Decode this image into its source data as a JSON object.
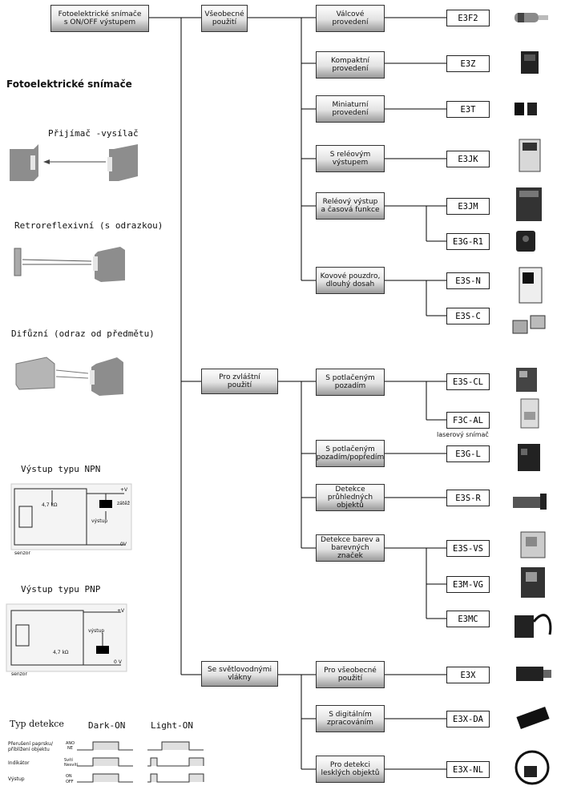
{
  "root": "Fotoelektrické snímače\ns ON/OFF výstupem",
  "legend": {
    "title": "Fotoelektrické snímače",
    "types": [
      "Přijímač -vysílač",
      "Retroreflexivní (s odrazkou)",
      "Difůzní (odraz od předmětu)"
    ],
    "npn_title": "Výstup typu NPN",
    "pnp_title": "Výstup typu PNP",
    "resistor": "4,7 kΩ",
    "load": "zátěž",
    "out": "výstup",
    "sensor": "senzor",
    "plus_v": "+V",
    "zero_v": "0V",
    "zero_v2": "0 V",
    "detect_title": "Typ detekce",
    "dark_on": "Dark-ON",
    "light_on": "Light-ON",
    "row_labels": [
      "Přerušení paprsku/ přiblížení objektu",
      "Indikátor",
      "Výstup"
    ],
    "row_states": [
      [
        "ANO",
        "NE"
      ],
      [
        "Svítí",
        "Nesvítí"
      ],
      [
        "ON",
        "OFF"
      ]
    ]
  },
  "categories": [
    {
      "label": "Všeobecné\npoužití",
      "groups": [
        {
          "label": "Válcové\nprovedení",
          "codes": [
            "E3F2"
          ]
        },
        {
          "label": "Kompaktní\nprovedení",
          "codes": [
            "E3Z"
          ]
        },
        {
          "label": "Miniaturní\nprovedení",
          "codes": [
            "E3T"
          ]
        },
        {
          "label": "S reléovým\nvýstupem",
          "codes": [
            "E3JK"
          ]
        },
        {
          "label": "Reléový výstup\na časová funkce",
          "codes": [
            "E3JM",
            "E3G-R1"
          ]
        },
        {
          "label": "Kovové pouzdro,\ndlouhý dosah",
          "codes": [
            "E3S-N",
            "E3S-C"
          ]
        }
      ]
    },
    {
      "label": "Pro zvláštní\npoužití",
      "groups": [
        {
          "label": "S potlačeným\npozadím",
          "codes": [
            "E3S-CL",
            "F3C-AL"
          ]
        },
        {
          "label": "S potlačeným\npozadím/popředím",
          "codes": [
            "E3G-L"
          ]
        },
        {
          "label": "Detekce průhledných\nobjektů",
          "codes": [
            "E3S-R"
          ]
        },
        {
          "label": "Detekce barev a\nbarevných značek",
          "codes": [
            "E3S-VS",
            "E3M-VG",
            "E3MC"
          ]
        }
      ]
    },
    {
      "label": "Se  světlovodnými\nvlákny",
      "groups": [
        {
          "label": "Pro všeobecné\npoužití",
          "codes": [
            "E3X"
          ]
        },
        {
          "label": "S digitálním\nzpracováním",
          "codes": [
            "E3X-DA"
          ]
        },
        {
          "label": "Pro detekci\nlesklých objektů",
          "codes": [
            "E3X-NL"
          ]
        }
      ]
    }
  ],
  "laser_note": "laserový snímač"
}
